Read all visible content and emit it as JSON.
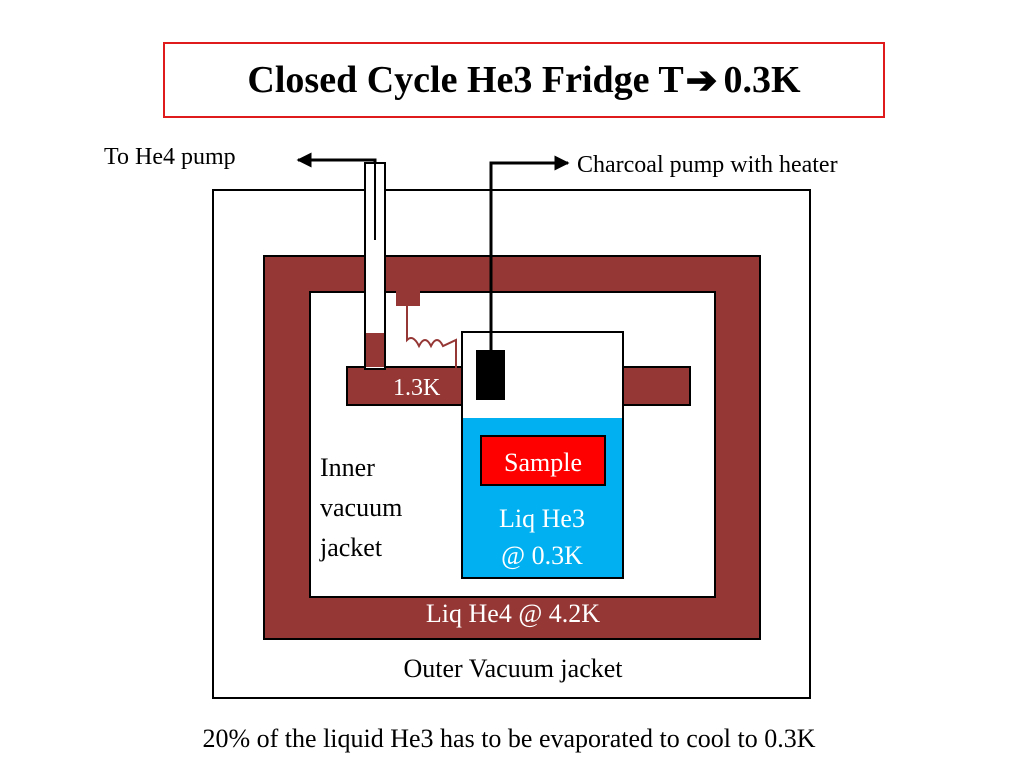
{
  "title": {
    "text_before": "Closed Cycle He3 Fridge T",
    "arrow": "➔",
    "text_after": "0.3K"
  },
  "labels": {
    "he4_pump": "To He4 pump",
    "charcoal_pump": "Charcoal pump with heater",
    "pot_temp": "1.3K",
    "sample": "Sample",
    "inner_vacuum_1": "Inner",
    "inner_vacuum_2": "vacuum",
    "inner_vacuum_3": "jacket",
    "liq_he3_1": "Liq He3",
    "liq_he3_2": "@ 0.3K",
    "liq_he4": "Liq He4 @ 4.2K",
    "outer_vacuum": "Outer Vacuum jacket"
  },
  "footnote": "20% of the liquid He3 has to be evaporated to cool to 0.3K",
  "colors": {
    "he4_bath": "#953735",
    "he3_liquid": "#00b0f0",
    "sample": "#ff0000",
    "title_border": "#e01b1b",
    "charcoal": "#000000"
  }
}
